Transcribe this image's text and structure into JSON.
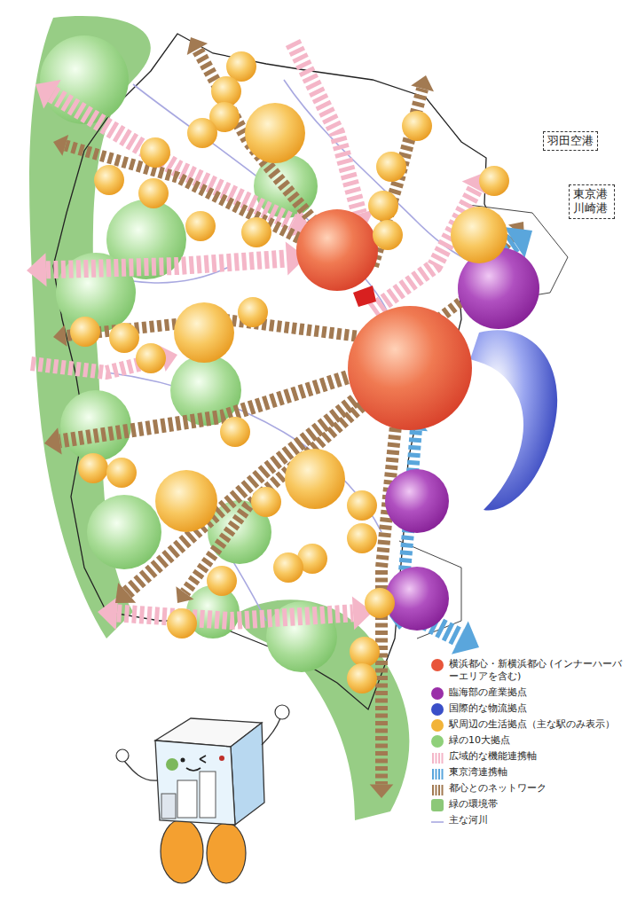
{
  "diagram": {
    "nodes": [
      {
        "text": [
          "羽田空港"
        ]
      },
      {
        "text": [
          "東京港 川崎港"
        ]
      }
    ],
    "legend": [
      {
        "text": "横浜都心・新横浜都心 (インナーハーバーエリアを含む)",
        "color": "#e8553a"
      },
      {
        "text": "臨海部の産業拠点",
        "color": "#9a2fa8"
      },
      {
        "text": "国際的な物流拠点",
        "color": "#3a4fc8"
      },
      {
        "text": "駅周辺の生活拠点（主な駅のみ表示）",
        "color": "#f2b338"
      },
      {
        "text": "緑の10大拠点",
        "color": "#8fd07a"
      },
      {
        "text": "広域的な機能連携軸"
      },
      {
        "text": "東京湾連携軸"
      },
      {
        "text": "都心とのネットワーク"
      },
      {
        "text": "緑の環境帯",
        "color": "#8cc878"
      },
      {
        "text": "主な河川"
      }
    ]
  }
}
